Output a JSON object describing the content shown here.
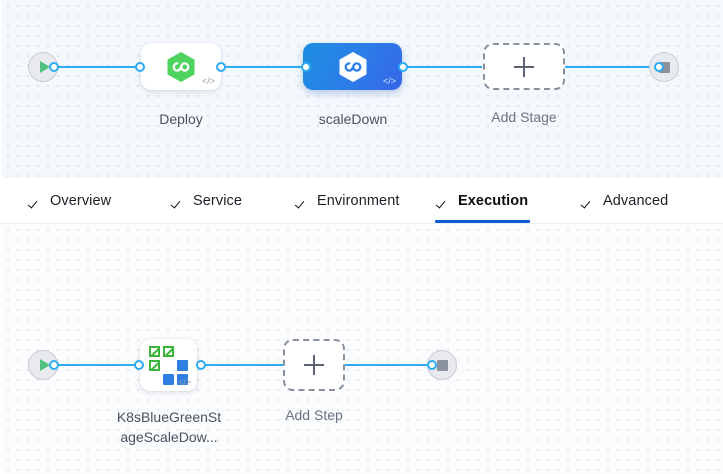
{
  "stage_canvas": {
    "name": "pipeline-stage-graph",
    "start_node": {
      "icon": "play-icon",
      "label": ""
    },
    "end_node": {
      "icon": "stop-icon",
      "label": ""
    },
    "nodes": [
      {
        "id": "deploy",
        "label": "Deploy",
        "icon": "harness-deploy-hexagon-icon",
        "code_glyph": "</>",
        "selected": false
      },
      {
        "id": "scaleDown",
        "label": "scaleDown",
        "icon": "harness-deploy-hexagon-icon",
        "code_glyph": "</>",
        "selected": true
      }
    ],
    "add_stage": {
      "label": "Add Stage",
      "icon": "plus-icon"
    }
  },
  "tabs": {
    "name": "stage-config-tabs",
    "items": [
      {
        "label": "Overview",
        "icon": "check-icon",
        "active": false
      },
      {
        "label": "Service",
        "icon": "check-icon",
        "active": false
      },
      {
        "label": "Environment",
        "icon": "check-icon",
        "active": false
      },
      {
        "label": "Execution",
        "icon": "check-icon",
        "active": true
      },
      {
        "label": "Advanced",
        "icon": "check-icon",
        "active": false
      }
    ]
  },
  "step_canvas": {
    "name": "execution-step-graph",
    "start_node": {
      "icon": "play-icon"
    },
    "end_node": {
      "icon": "stop-icon"
    },
    "nodes": [
      {
        "id": "k8sBlueGreenStageScaleDown",
        "label_line1": "K8sBlueGreenSt",
        "label_line2": "ageScaleDow...",
        "icon": "k8s-scale-blue-green-icon",
        "code_glyph": "</>"
      }
    ],
    "add_step": {
      "label": "Add Step",
      "icon": "plus-icon"
    }
  },
  "colors": {
    "accent_blue": "#2eacf1",
    "selected_node_blue": "#2b7fe8",
    "tab_active_underline": "#0b5cd6",
    "harness_green": "#3cb43c",
    "play_green": "#4dc37e",
    "canvas_top_bg": "#f4f9fd",
    "canvas_bottom_bg": "#fbfcfe"
  }
}
